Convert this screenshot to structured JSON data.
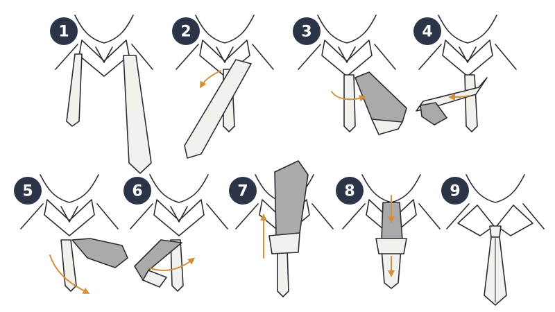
{
  "colors": {
    "background": "#ffffff",
    "ink": "#2b2b33",
    "badge": "#2c3447",
    "tie_light": "#f2f1ee",
    "tie_dark": "#a9aaab",
    "arrow": "#d48f3a"
  },
  "steps": [
    {
      "number": "1"
    },
    {
      "number": "2"
    },
    {
      "number": "3"
    },
    {
      "number": "4"
    },
    {
      "number": "5"
    },
    {
      "number": "6"
    },
    {
      "number": "7"
    },
    {
      "number": "8"
    },
    {
      "number": "9"
    }
  ]
}
